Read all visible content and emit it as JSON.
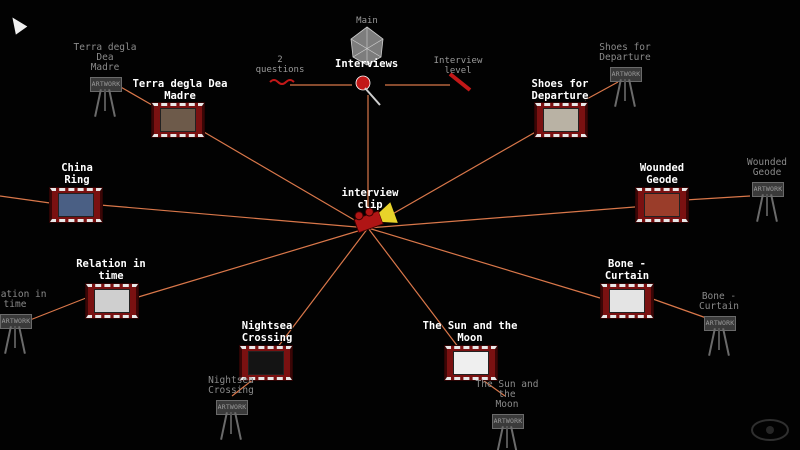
{
  "hub": {
    "label": "interview\nclip",
    "icon": "film-camera-icon",
    "colors": {
      "body": "#b01515",
      "lens": "#e8d32a"
    }
  },
  "top": {
    "main_label": "Main",
    "interviews_label": "Interviews",
    "questions_label": "2\nquestions",
    "interview_level_label": "Interview\nlevel",
    "icons": [
      "umbrella-icon",
      "microphone-icon",
      "baton-icon"
    ]
  },
  "clips": [
    {
      "id": "terra",
      "label": "Terra degla Dea\nMadre",
      "artwork_title": "Terra degla Dea\nMadre"
    },
    {
      "id": "shoes",
      "label": "Shoes for\nDeparture",
      "artwork_title": "Shoes for\nDeparture"
    },
    {
      "id": "china",
      "label": "China\nRing",
      "artwork_title": ""
    },
    {
      "id": "wounded",
      "label": "Wounded\nGeode",
      "artwork_title": "Wounded\nGeode"
    },
    {
      "id": "relation",
      "label": "Relation in\ntime",
      "artwork_title": "Relation in\ntime"
    },
    {
      "id": "bone",
      "label": "Bone -\nCurtain",
      "artwork_title": "Bone -\nCurtain"
    },
    {
      "id": "nightsea",
      "label": "Nightsea\nCrossing",
      "artwork_title": "Nightsea\nCrossing"
    },
    {
      "id": "sun",
      "label": "The Sun and the\nMoon",
      "artwork_title": "The Sun and the\nMoon"
    }
  ],
  "artwork_badge": "ARTWORK",
  "colors": {
    "connector": "#d9774a",
    "filmstrip": "#7a1111",
    "background": "#000000"
  }
}
